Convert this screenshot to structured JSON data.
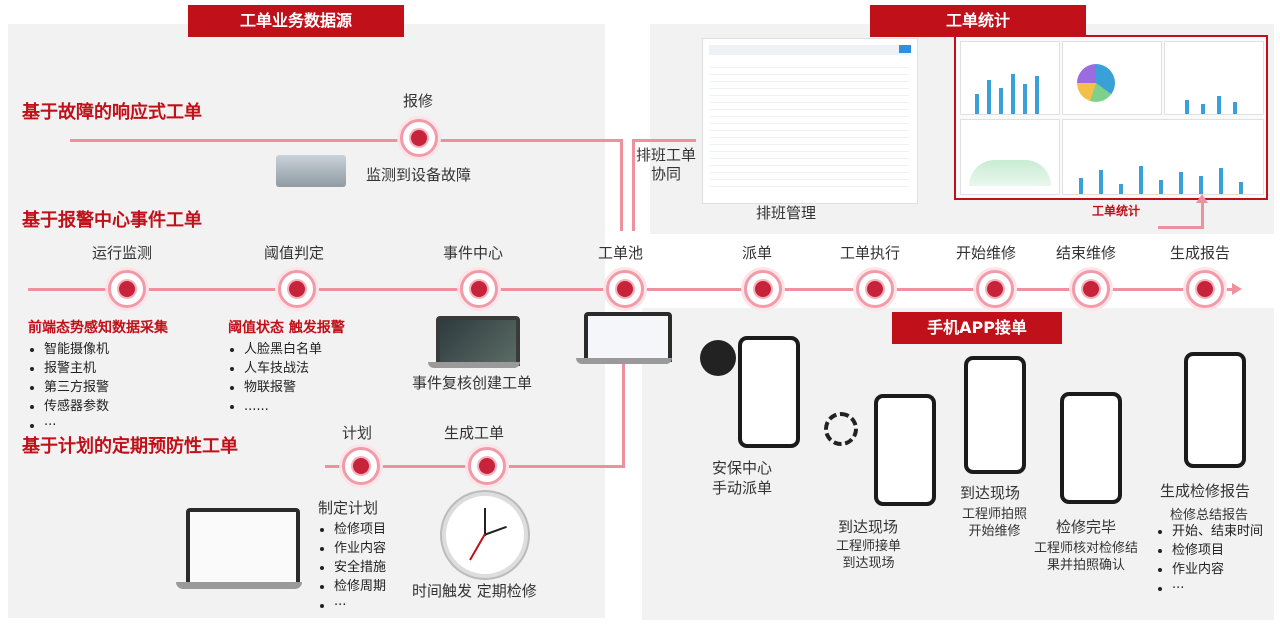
{
  "headers": {
    "data_source": "工单业务数据源",
    "statistics": "工单统计",
    "mobile_app": "手机APP接单"
  },
  "lanes": {
    "fault": "基于故障的响应式工单",
    "alarm": "基于报警中心事件工单",
    "plan": "基于计划的定期预防性工单"
  },
  "fault_lane": {
    "node_label": "报修",
    "caption": "监测到设备故障"
  },
  "alarm_lane": {
    "monitor": "运行监测",
    "threshold": "阈值判定",
    "event_center": "事件中心",
    "event_caption": "事件复核创建工单",
    "sensing_title": "前端态势感知数据采集",
    "sensing_items": [
      "智能摄像机",
      "报警主机",
      "第三方报警",
      "传感器参数",
      "···"
    ],
    "threshold_title": "阈值状态  触发报警",
    "threshold_items": [
      "人脸黑白名单",
      "人车技战法",
      "物联报警",
      "......"
    ]
  },
  "plan_lane": {
    "plan": "计划",
    "generate": "生成工单",
    "make_plan": "制定计划",
    "plan_items": [
      "检修项目",
      "作业内容",
      "安全措施",
      "检修周期",
      "···"
    ],
    "time_trigger": "时间触发  定期检修"
  },
  "main_flow": {
    "pool": "工单池",
    "dispatch": "派单",
    "execute": "工单执行",
    "start": "开始维修",
    "finish": "结束维修",
    "report": "生成报告"
  },
  "scheduling": {
    "coop": "排班工单\n协同",
    "management": "排班管理"
  },
  "stats_caption": "工单统计",
  "mobile": {
    "security_center": "安保中心\n手动派单",
    "arrive1_title": "到达现场",
    "arrive1_sub": "工程师接单\n到达现场",
    "arrive2_title": "到达现场",
    "arrive2_sub": "工程师拍照\n开始维修",
    "done_title": "检修完毕",
    "done_sub": "工程师核对检修结\n果并拍照确认",
    "report_title": "生成检修报告",
    "report_sub": "检修总结报告",
    "report_items": [
      "开始、结束时间",
      "检修项目",
      "作业内容",
      "···"
    ]
  },
  "colors": {
    "accent": "#c0101a",
    "line": "#f0909f",
    "node": "#c7233a"
  }
}
